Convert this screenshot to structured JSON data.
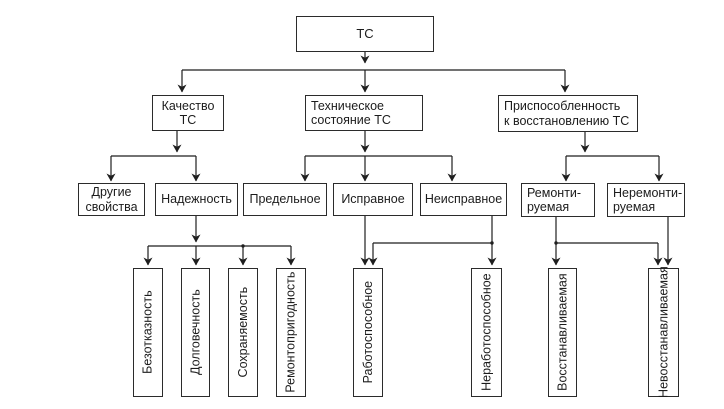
{
  "diagram": {
    "colors": {
      "background": "#ffffff",
      "line": "#1f1f1f",
      "box_border": "#2b2b2b",
      "box_fill": "#ffffff",
      "text": "#1c1c1c"
    },
    "nodes": {
      "root": {
        "label": "ТС"
      },
      "quality": {
        "label": "Качество\nТС"
      },
      "tech_state": {
        "label": "Техническое\nсостояние ТС"
      },
      "restorability": {
        "label": "Приспособленность\nк восстановлению ТС"
      },
      "other_props": {
        "label": "Другие\nсвойства"
      },
      "reliability": {
        "label": "Надежность"
      },
      "limit": {
        "label": "Предельное"
      },
      "operable": {
        "label": "Исправное"
      },
      "faulty": {
        "label": "Неисправное"
      },
      "repairable": {
        "label": "Ремонти-\nруемая"
      },
      "non_repairable": {
        "label": "Неремонти-\nруемая"
      },
      "failsafe": {
        "label": "Безотказность"
      },
      "durability": {
        "label": "Долговечность"
      },
      "storability": {
        "label": "Сохраняемость"
      },
      "maintainability": {
        "label": "Ремонтопригодность"
      },
      "workable": {
        "label": "Работоспособное"
      },
      "non_workable": {
        "label": "Неработоспособное"
      },
      "recoverable": {
        "label": "Восстанавливаемая"
      },
      "non_recoverable": {
        "label": "Невосстанавливаемая"
      }
    },
    "edges": [
      {
        "from": "root",
        "to": "quality"
      },
      {
        "from": "root",
        "to": "tech_state"
      },
      {
        "from": "root",
        "to": "restorability"
      },
      {
        "from": "quality",
        "to": "other_props"
      },
      {
        "from": "quality",
        "to": "reliability"
      },
      {
        "from": "tech_state",
        "to": "limit"
      },
      {
        "from": "tech_state",
        "to": "operable"
      },
      {
        "from": "tech_state",
        "to": "faulty"
      },
      {
        "from": "restorability",
        "to": "repairable"
      },
      {
        "from": "restorability",
        "to": "non_repairable"
      },
      {
        "from": "reliability",
        "to": "failsafe"
      },
      {
        "from": "reliability",
        "to": "durability"
      },
      {
        "from": "reliability",
        "to": "storability"
      },
      {
        "from": "reliability",
        "to": "maintainability"
      },
      {
        "from": "operable",
        "to": "workable"
      },
      {
        "from": "faulty",
        "to": "workable"
      },
      {
        "from": "faulty",
        "to": "non_workable"
      },
      {
        "from": "repairable",
        "to": "recoverable"
      },
      {
        "from": "repairable",
        "to": "non_recoverable"
      },
      {
        "from": "non_repairable",
        "to": "non_recoverable"
      }
    ]
  }
}
